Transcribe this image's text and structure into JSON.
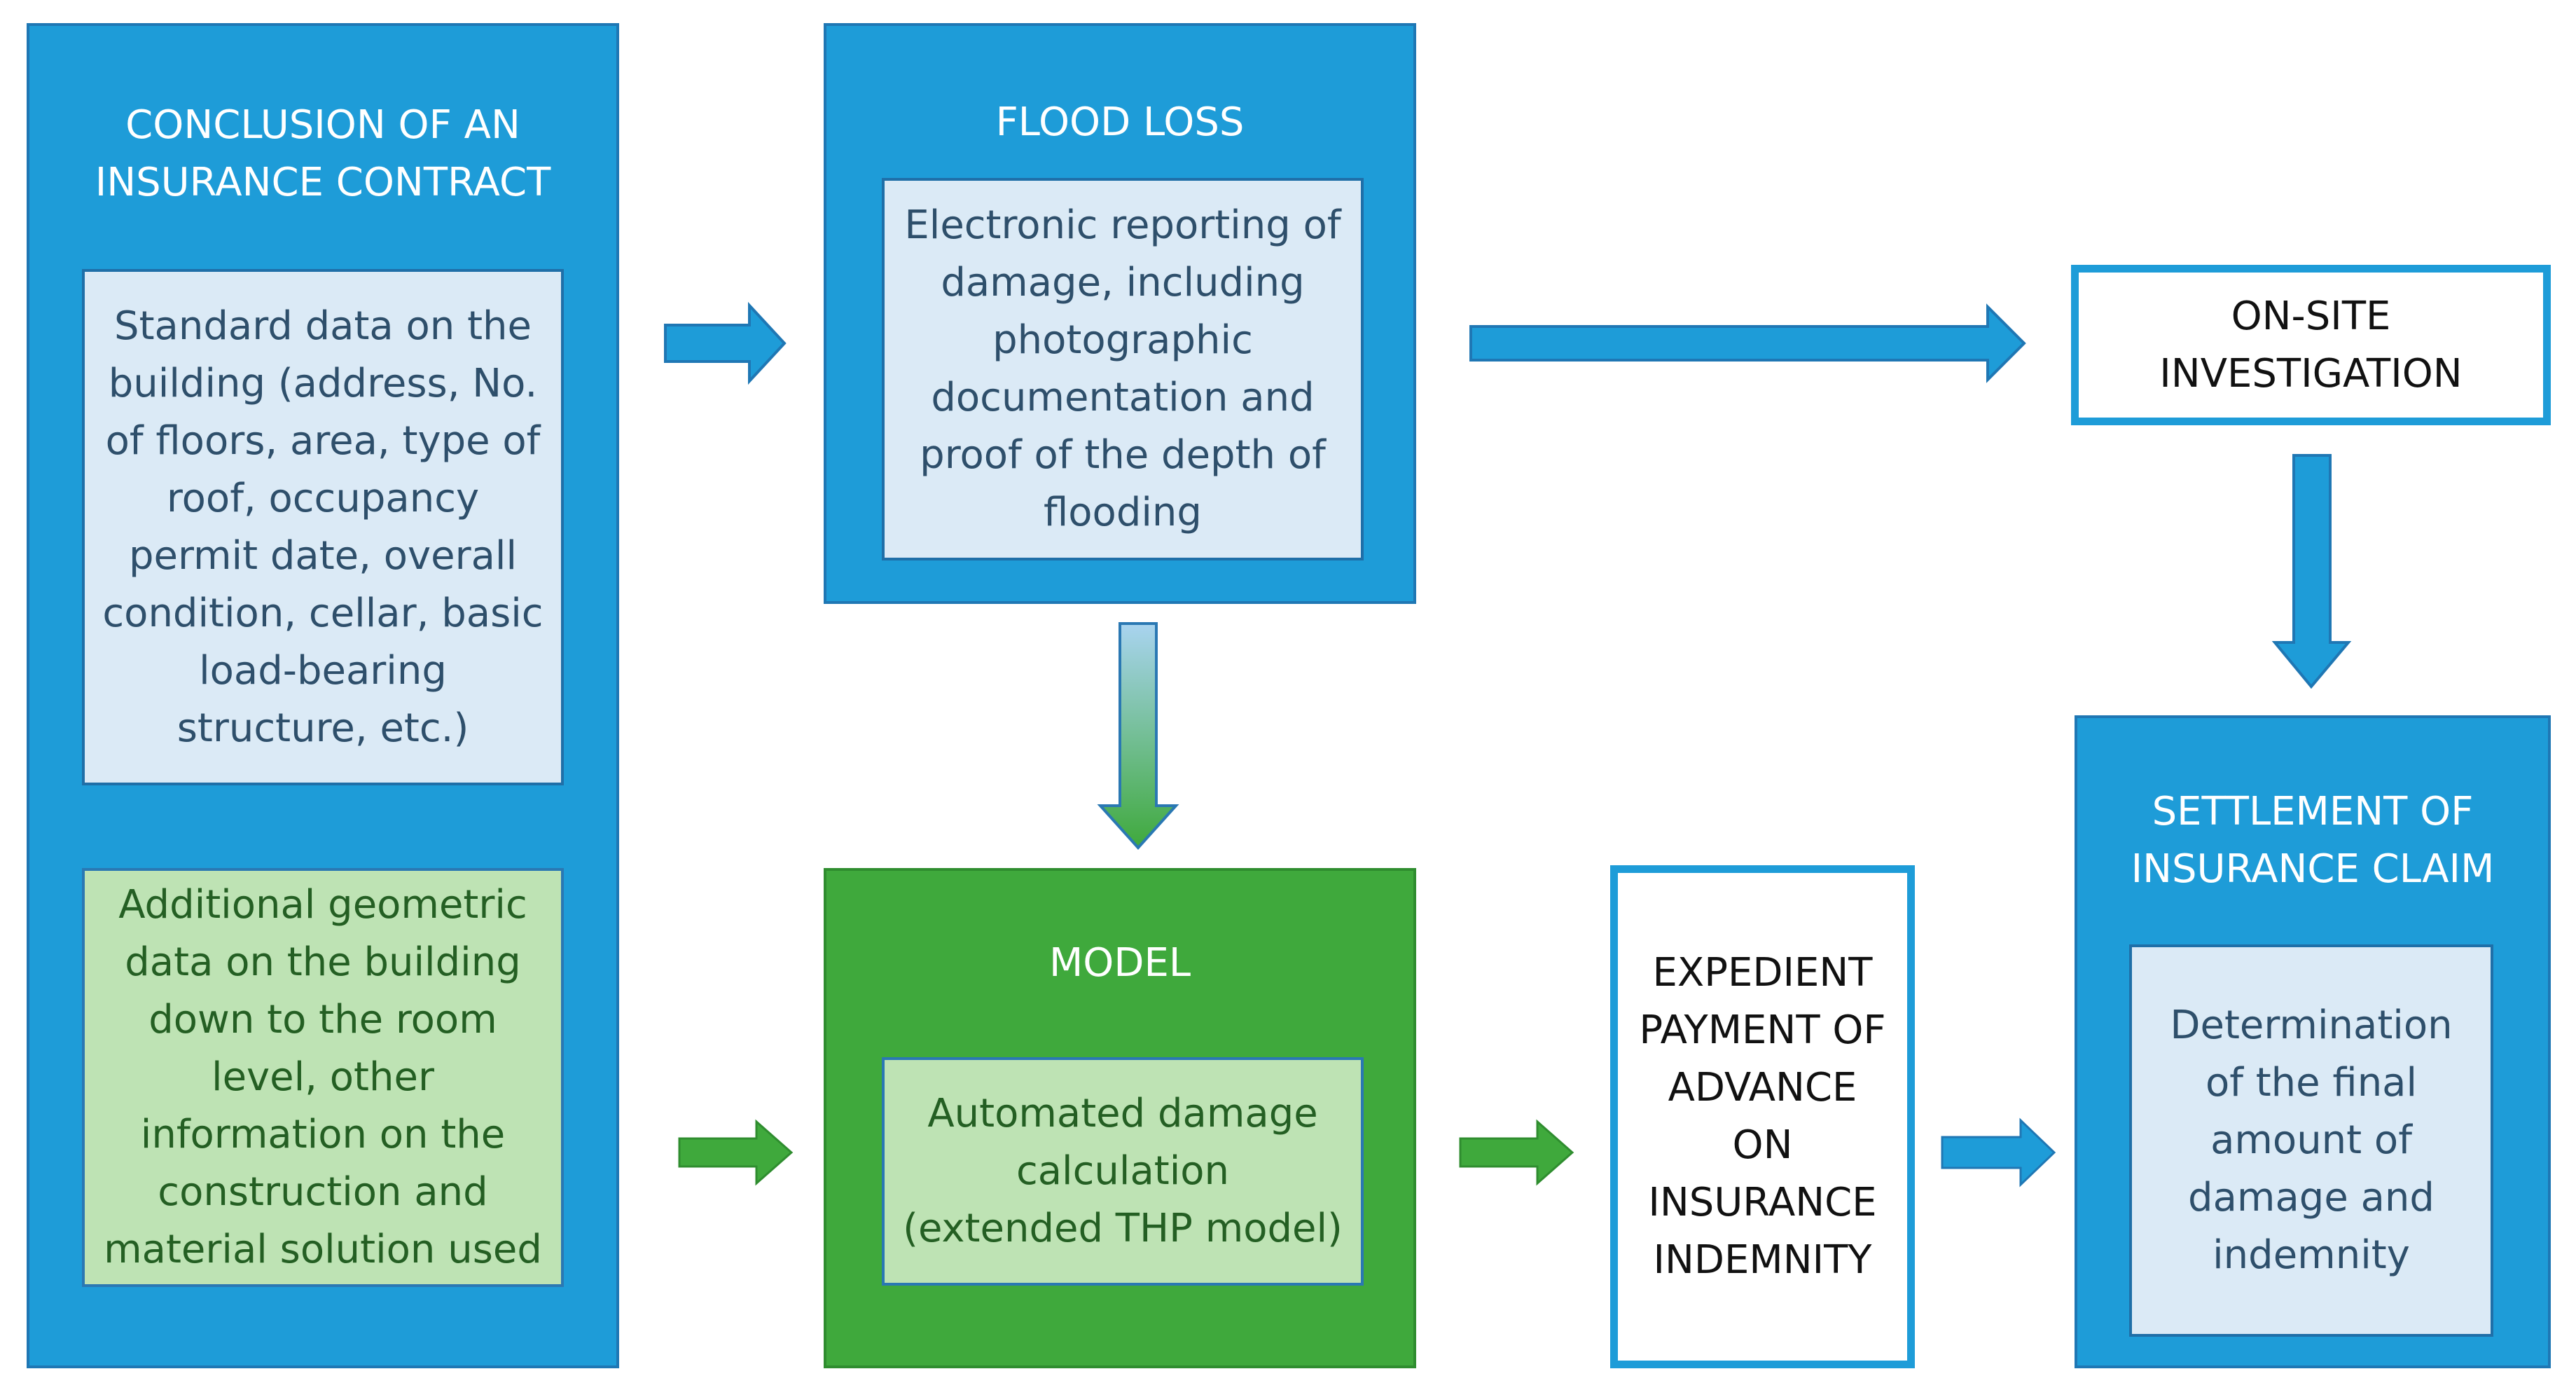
{
  "contract": {
    "title": [
      "CONCLUSION OF AN",
      "INSURANCE CONTRACT"
    ],
    "standard": [
      "Standard data on the",
      "building (address, No.",
      "of floors, area, type of",
      "roof, occupancy",
      "permit date, overall",
      "condition, cellar, basic",
      "load-bearing",
      "structure, etc.)"
    ],
    "additional": [
      "Additional geometric",
      "data on the building",
      "down to the room",
      "level, other",
      "information on the",
      "construction and",
      "material solution used"
    ]
  },
  "flood": {
    "title": "FLOOD LOSS",
    "body": [
      "Electronic reporting of",
      "damage, including",
      "photographic",
      "documentation and",
      "proof of the depth of",
      "flooding"
    ]
  },
  "model": {
    "title": "MODEL",
    "body": [
      "Automated damage",
      "calculation",
      "(extended THP model)"
    ]
  },
  "onsite": {
    "title": [
      "ON-SITE",
      "INVESTIGATION"
    ]
  },
  "payment": {
    "title": [
      "EXPEDIENT",
      "PAYMENT OF",
      "ADVANCE",
      "ON",
      "INSURANCE",
      "INDEMNITY"
    ]
  },
  "settlement": {
    "title": [
      "SETTLEMENT OF",
      "INSURANCE CLAIM"
    ],
    "body": [
      "Determination",
      "of the final",
      "amount of",
      "damage and",
      "indemnity"
    ]
  },
  "colors": {
    "blue": "#1e9cd8",
    "green": "#3fa93c",
    "light_blue": "#dbeaf6",
    "light_green": "#bee3b4"
  }
}
